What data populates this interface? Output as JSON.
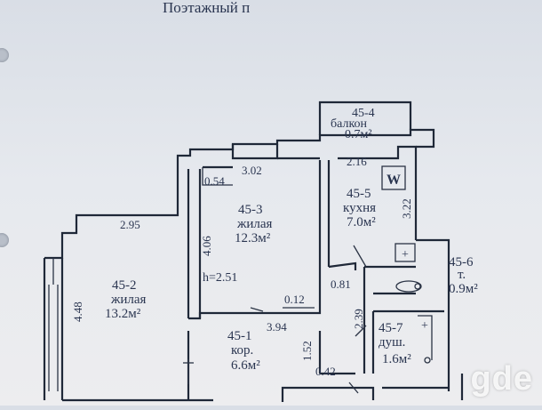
{
  "header": {
    "title": "Поэтажный п"
  },
  "rooms": {
    "balcony": {
      "id": "45-4",
      "name": "балкон",
      "area": "0.7м²"
    },
    "kitchen": {
      "id": "45-5",
      "name": "кухня",
      "area": "7.0м²"
    },
    "living3": {
      "id": "45-3",
      "name": "жилая",
      "area": "12.3м²"
    },
    "living2": {
      "id": "45-2",
      "name": "жилая",
      "area": "13.2м²"
    },
    "corridor": {
      "id": "45-1",
      "name": "кор.",
      "area": "6.6м²"
    },
    "toilet": {
      "id": "45-6",
      "name": "т.",
      "area": "0.9м²"
    },
    "shower": {
      "id": "45-7",
      "name": "душ.",
      "area": "1.6м²"
    }
  },
  "dimensions": {
    "d302": "3.02",
    "d216": "2.16",
    "d054": "0.54",
    "d322": "3.22",
    "d295": "2.95",
    "d406": "4.06",
    "d448": "4.48",
    "height": "h=2.51",
    "d012": "0.12",
    "d081": "0.81",
    "d394": "3.94",
    "d239": "2.39",
    "d152": "1.52",
    "d042": "0.42"
  },
  "symbols": {
    "stove": "W"
  },
  "watermark": {
    "text": "gde"
  }
}
